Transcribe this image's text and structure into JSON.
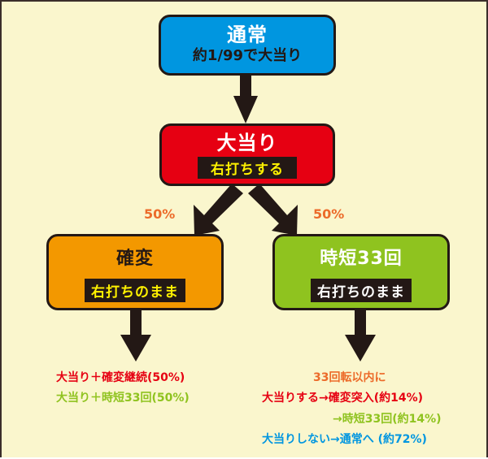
{
  "colors": {
    "background": "#faf6cd",
    "outline": "#231815",
    "normal_box": "#0096e0",
    "jackpot_box": "#e60012",
    "kakuhen_box": "#f39800",
    "jitan_box": "#8fc31f",
    "tag_yellow": "#fff100",
    "label_orange": "#ec6b2a",
    "text_red": "#e60012",
    "text_green": "#8fc31f",
    "text_blue": "#0096e0"
  },
  "nodes": {
    "normal": {
      "title": "通常",
      "subtitle": "約1/99で大当り"
    },
    "jackpot": {
      "title": "大当り",
      "tag": "右打ちする"
    },
    "kakuhen": {
      "title": "確変",
      "tag": "右打ちのまま"
    },
    "jitan": {
      "title": "時短33回",
      "tag": "右打ちのまま"
    }
  },
  "branches": {
    "left_pct": "50%",
    "right_pct": "50%"
  },
  "kakuhen_result": {
    "line1": "大当り＋確変継続(50%)",
    "line2": "大当り＋時短33回(50%)"
  },
  "jitan_result": {
    "heading": "33回転以内に",
    "line1": "大当りする→確変突入(約14%)",
    "line2": "→時短33回(約14%)",
    "line3": "大当りしない→通常へ (約72%)"
  }
}
